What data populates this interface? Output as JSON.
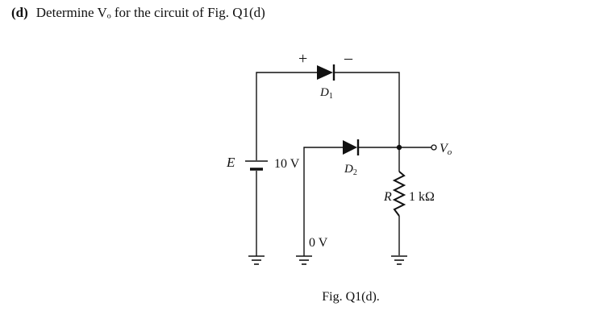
{
  "question": {
    "number": "(d)",
    "text": "Determine Vₒ for the circuit of Fig. Q1(d)"
  },
  "circuit": {
    "battery_label": "E",
    "battery_value": "10 V",
    "plus_sign": "+",
    "minus_sign": "–",
    "diode1_label": "D",
    "diode1_sub": "1",
    "diode2_label": "D",
    "diode2_sub": "2",
    "input_voltage": "0 V",
    "resistor_label": "R",
    "resistor_value": "1 kΩ",
    "output_label": "V",
    "output_sub": "o"
  },
  "caption": "Fig. Q1(d)."
}
